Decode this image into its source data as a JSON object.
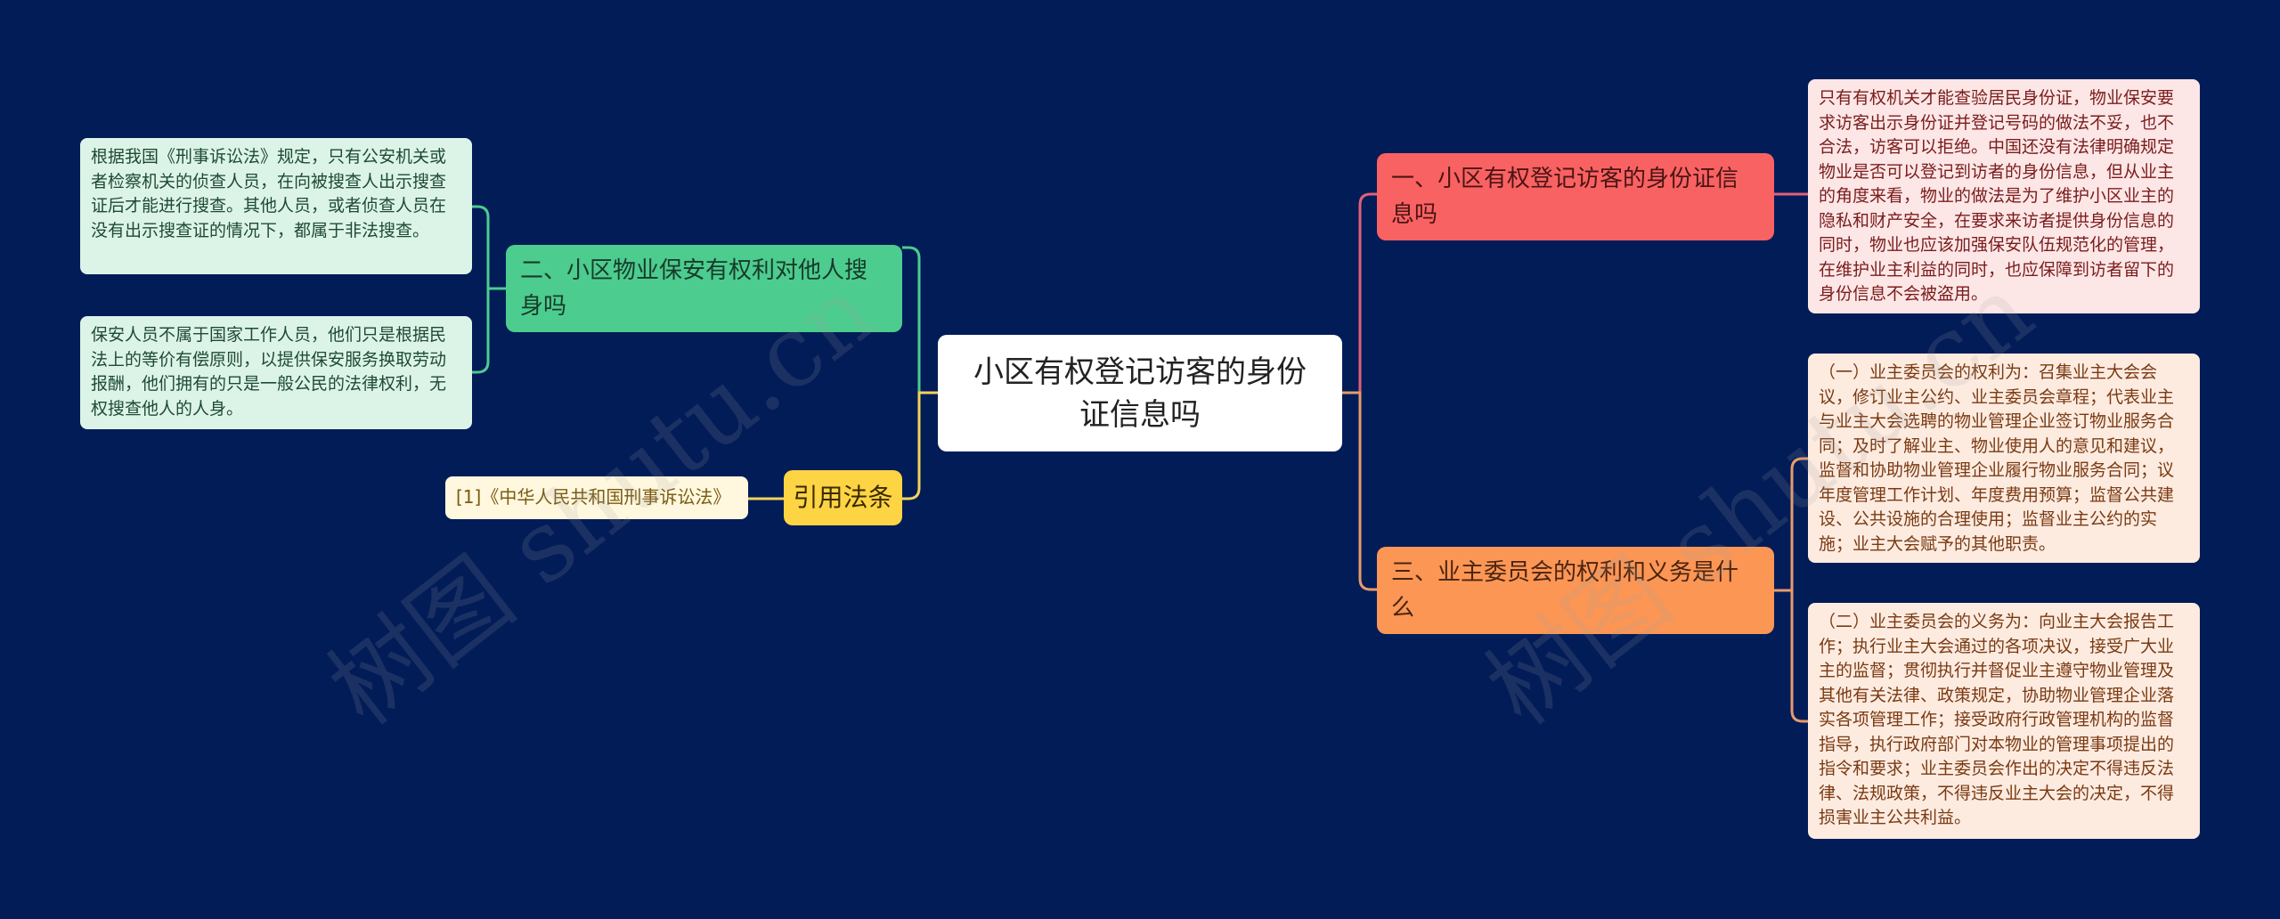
{
  "central": {
    "label": "小区有权登记访客的身份证信息吗"
  },
  "left_branches": [
    {
      "label": "二、小区物业保安有权利对他人搜身吗",
      "color": "#4ccc8e",
      "notes": [
        "根据我国《刑事诉讼法》规定，只有公安机关或者检察机关的侦查人员，在向被搜查人出示搜查证后才能进行搜查。其他人员，或者侦查人员在没有出示搜查证的情况下，都属于非法搜查。",
        "保安人员不属于国家工作人员，他们只是根据民法上的等价有偿原则，以提供保安服务换取劳动报酬，他们拥有的只是一般公民的法律权利，无权搜查他人的人身。"
      ]
    },
    {
      "label": "引用法条",
      "color": "#fdd443",
      "notes": [
        "[1]《中华人民共和国刑事诉讼法》"
      ]
    }
  ],
  "right_branches": [
    {
      "label": "一、小区有权登记访客的身份证信息吗",
      "color": "#f96262",
      "notes": [
        "只有有权机关才能查验居民身份证，物业保安要求访客出示身份证并登记号码的做法不妥，也不合法，访客可以拒绝。中国还没有法律明确规定物业是否可以登记到访者的身份信息，但从业主的角度来看，物业的做法是为了维护小区业主的隐私和财产安全，在要求来访者提供身份信息的同时，物业也应该加强保安队伍规范化的管理，在维护业主利益的同时，也应保障到访者留下的身份信息不会被盗用。"
      ]
    },
    {
      "label": "三、业主委员会的权利和义务是什么",
      "color": "#fc9655",
      "notes": [
        "（一）业主委员会的权利为：召集业主大会会议，修订业主公约、业主委员会章程；代表业主与业主大会选聘的物业管理企业签订物业服务合同；及时了解业主、物业使用人的意见和建议，监督和协助物业管理企业履行物业服务合同；议年度管理工作计划、年度费用预算；监督公共建设、公共设施的合理使用；监督业主公约的实施；业主大会赋予的其他职责。",
        "（二）业主委员会的义务为：向业主大会报告工作；执行业主大会通过的各项决议，接受广大业主的监督；贯彻执行并督促业主遵守物业管理及其他有关法律、政策规定，协助物业管理企业落实各项管理工作；接受政府行政管理机构的监督指导，执行政府部门对本物业的管理事项提出的指令和要求；业主委员会作出的决定不得违反法律、法规政策，不得违反业主大会的决定，不得损害业主公共利益。"
      ]
    }
  ],
  "watermarks": [
    "树图 shutu.cn",
    "树图 shutu.cn"
  ],
  "colors": {
    "background": "#021c58",
    "green_line": "#4ccc8e",
    "yellow_line": "#f2d25a",
    "red_line": "#e0607a",
    "orange_line": "#e89a6a"
  }
}
